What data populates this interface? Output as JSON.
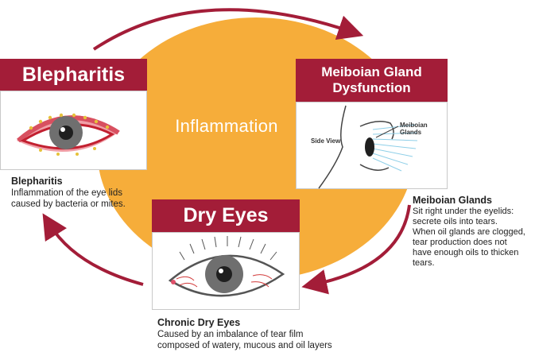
{
  "center_label": "Inflammation",
  "panels": {
    "blepharitis": {
      "banner": "Blepharitis",
      "desc_title": "Blepharitis",
      "desc_line1": "Inflammation of the eye lids",
      "desc_line2": "caused by bacteria or mites."
    },
    "mgd": {
      "banner_line1": "Meiboian Gland",
      "banner_line2": "Dysfunction",
      "side_view": "Side View",
      "glands_label": "Meiboian Glands",
      "desc_title": "Meiboian Glands",
      "desc_lines": [
        "Sit right under the eyelids:",
        "secrete oils into tears.",
        "When oil glands are clogged,",
        "tear production does not",
        "have enough oils to thicken",
        "tears."
      ]
    },
    "dry": {
      "banner": "Dry Eyes",
      "desc_title": "Chronic Dry Eyes",
      "desc_line1": "Caused by an imbalance of tear film",
      "desc_line2": "composed of watery, mucous and oil layers"
    }
  },
  "colors": {
    "banner": "#a31d38",
    "circle": "#f6ad3a",
    "arrow": "#a31d38",
    "iris": "#6f6f6f",
    "pupil": "#1f1f1f",
    "lid_inflamed": "#e07080",
    "gland_dots": "#e6c23a",
    "eyelash_blue": "#8ecfe8"
  },
  "icons": [
    "cycle-arrow-icon",
    "eye-icon"
  ]
}
